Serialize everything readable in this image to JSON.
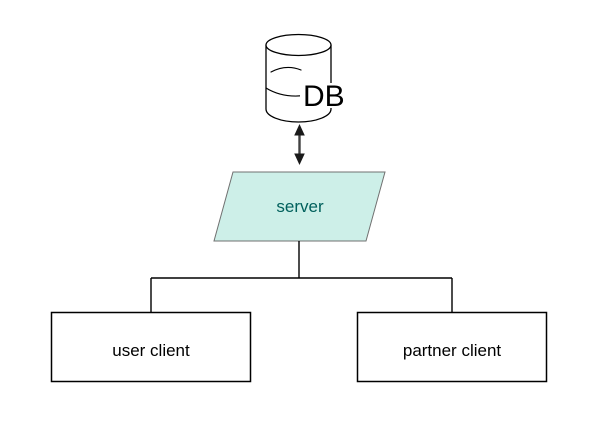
{
  "diagram": {
    "nodes": {
      "db": {
        "label": "DB",
        "shape": "cylinder"
      },
      "server": {
        "label": "server",
        "shape": "parallelogram"
      },
      "user_client": {
        "label": "user client",
        "shape": "rectangle"
      },
      "partner_client": {
        "label": "partner client",
        "shape": "rectangle"
      }
    },
    "edges": [
      {
        "from": "db",
        "to": "server",
        "type": "double-headed-arrow"
      },
      {
        "from": "server",
        "to": "user_client",
        "type": "line"
      },
      {
        "from": "server",
        "to": "partner_client",
        "type": "line"
      }
    ],
    "colors": {
      "background": "#ffffff",
      "line": "#000000",
      "label_text": "#000000",
      "arrow": "#1a1a1a",
      "arrow_shaft": "#414141",
      "server_fill": "#cdefe8",
      "server_border": "#707070",
      "server_text": "#00605c"
    }
  }
}
